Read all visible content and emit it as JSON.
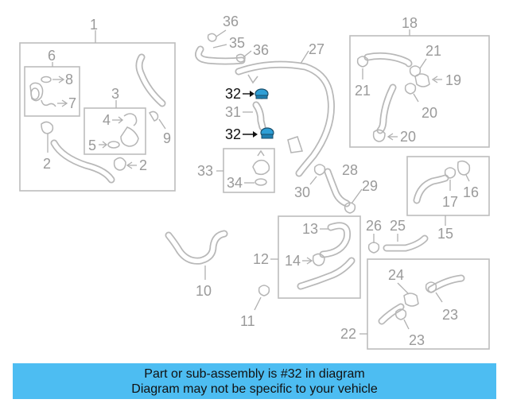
{
  "diagram": {
    "callouts": {
      "c1": "1",
      "c2a": "2",
      "c2b": "2",
      "c3": "3",
      "c4": "4",
      "c5": "5",
      "c6": "6",
      "c7": "7",
      "c8": "8",
      "c9": "9",
      "c10": "10",
      "c11": "11",
      "c12": "12",
      "c13": "13",
      "c14": "14",
      "c15": "15",
      "c16": "16",
      "c17": "17",
      "c18": "18",
      "c19": "19",
      "c20a": "20",
      "c20b": "20",
      "c21a": "21",
      "c21b": "21",
      "c22": "22",
      "c23a": "23",
      "c23b": "23",
      "c24": "24",
      "c25": "25",
      "c26": "26",
      "c27": "27",
      "c28": "28",
      "c29": "29",
      "c30": "30",
      "c31": "31",
      "c32a": "32",
      "c32b": "32",
      "c33": "33",
      "c34": "34",
      "c35": "35",
      "c36a": "36",
      "c36b": "36"
    },
    "highlight_color": "#2e9fd6"
  },
  "banner": {
    "line1": "Part or sub-assembly is #32 in diagram",
    "line2": "Diagram may not be specific to your vehicle",
    "background": "#4dbdf2"
  }
}
